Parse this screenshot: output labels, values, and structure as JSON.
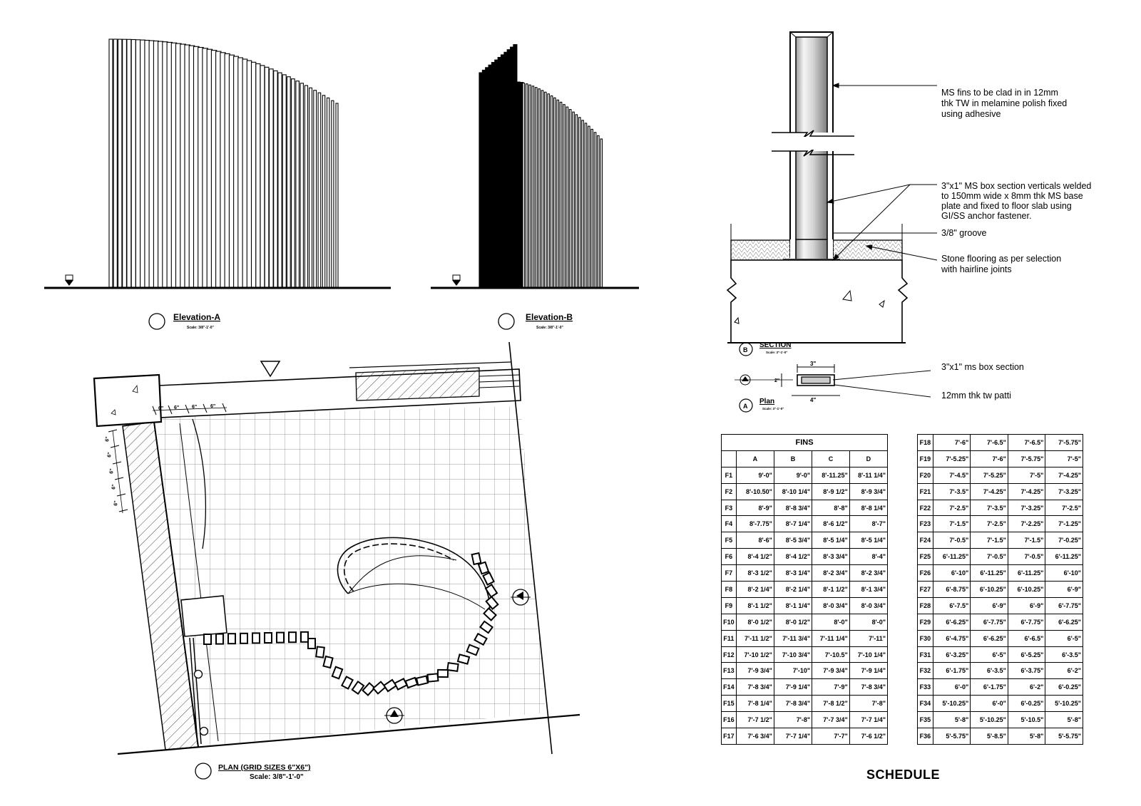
{
  "elevation_a": {
    "title": "Elevation-A",
    "scale": "Scale: 3/8\"-1'-0\""
  },
  "elevation_b": {
    "title": "Elevation-B",
    "scale": "Scale: 3/8\"-1'-0\""
  },
  "section": {
    "title": "SECTION",
    "tag": "B",
    "scale": "Scale: 3\"-1'-0\"",
    "notes": [
      [
        "MS fins to be clad in in 12mm",
        "thk TW in melamine polish fixed",
        "using adhesive"
      ],
      [
        "3\"x1\" MS box section verticals welded",
        "to 150mm wide x 8mm thk MS base",
        "plate and fixed to floor slab using",
        "GI/SS anchor fastener."
      ],
      [
        "3/8\" groove"
      ],
      [
        "Stone flooring as per selection",
        "with hairline joints"
      ]
    ]
  },
  "plan_detail": {
    "title": "Plan",
    "tag": "A",
    "scale": "Scale: 3\"-1'-0\"",
    "dim_top": "3\"",
    "dim_bottom": "4\"",
    "dim_side": "2\"",
    "notes": [
      "3\"x1\" ms box section",
      "12mm thk tw patti"
    ]
  },
  "plan": {
    "title": "PLAN (GRID SIZES 6\"X6\")",
    "scale": "Scale: 3/8\"-1'-0\"",
    "dim_labels": [
      "6\"",
      "6\"",
      "6\"",
      "6\""
    ],
    "side_dims": [
      "6\"",
      "6\"",
      "6\"",
      "6\"",
      "6\""
    ]
  },
  "schedule": {
    "title": "SCHEDULE",
    "table_title": "FINS",
    "columns": [
      "A",
      "B",
      "C",
      "D"
    ],
    "rows_left": [
      [
        "F1",
        "9'-0\"",
        "9'-0\"",
        "8'-11.25\"",
        "8'-11 1/4\""
      ],
      [
        "F2",
        "8'-10.50\"",
        "8'-10 1/4\"",
        "8'-9 1/2\"",
        "8'-9 3/4\""
      ],
      [
        "F3",
        "8'-9\"",
        "8'-8 3/4\"",
        "8'-8\"",
        "8'-8 1/4\""
      ],
      [
        "F4",
        "8'-7.75\"",
        "8'-7 1/4\"",
        "8'-6 1/2\"",
        "8'-7\""
      ],
      [
        "F5",
        "8'-6\"",
        "8'-5 3/4\"",
        "8'-5 1/4\"",
        "8'-5 1/4\""
      ],
      [
        "F6",
        "8'-4 1/2\"",
        "8'-4 1/2\"",
        "8'-3 3/4\"",
        "8'-4\""
      ],
      [
        "F7",
        "8'-3 1/2\"",
        "8'-3 1/4\"",
        "8'-2 3/4\"",
        "8'-2 3/4\""
      ],
      [
        "F8",
        "8'-2 1/4\"",
        "8'-2 1/4\"",
        "8'-1 1/2\"",
        "8'-1 3/4\""
      ],
      [
        "F9",
        "8'-1 1/2\"",
        "8'-1 1/4\"",
        "8'-0 3/4\"",
        "8'-0 3/4\""
      ],
      [
        "F10",
        "8'-0 1/2\"",
        "8'-0 1/2\"",
        "8'-0\"",
        "8'-0\""
      ],
      [
        "F11",
        "7'-11 1/2\"",
        "7'-11 3/4\"",
        "7'-11 1/4\"",
        "7'-11\""
      ],
      [
        "F12",
        "7'-10 1/2\"",
        "7'-10 3/4\"",
        "7'-10.5\"",
        "7'-10 1/4\""
      ],
      [
        "F13",
        "7'-9 3/4\"",
        "7'-10\"",
        "7'-9 3/4\"",
        "7'-9 1/4\""
      ],
      [
        "F14",
        "7'-8 3/4\"",
        "7'-9 1/4\"",
        "7'-9\"",
        "7'-8 3/4\""
      ],
      [
        "F15",
        "7'-8 1/4\"",
        "7'-8 3/4\"",
        "7'-8 1/2\"",
        "7'-8\""
      ],
      [
        "F16",
        "7'-7 1/2\"",
        "7'-8\"",
        "7'-7 3/4\"",
        "7'-7 1/4\""
      ],
      [
        "F17",
        "7'-6 3/4\"",
        "7'-7 1/4\"",
        "7'-7\"",
        "7'-6 1/2\""
      ]
    ],
    "rows_right": [
      [
        "F18",
        "7'-6\"",
        "7'-6.5\"",
        "7'-6.5\"",
        "7'-5.75\""
      ],
      [
        "F19",
        "7'-5.25\"",
        "7'-6\"",
        "7'-5.75\"",
        "7'-5\""
      ],
      [
        "F20",
        "7'-4.5\"",
        "7'-5.25\"",
        "7'-5\"",
        "7'-4.25\""
      ],
      [
        "F21",
        "7'-3.5\"",
        "7'-4.25\"",
        "7'-4.25\"",
        "7'-3.25\""
      ],
      [
        "F22",
        "7'-2.5\"",
        "7'-3.5\"",
        "7'-3.25\"",
        "7'-2.5\""
      ],
      [
        "F23",
        "7'-1.5\"",
        "7'-2.5\"",
        "7'-2.25\"",
        "7'-1.25\""
      ],
      [
        "F24",
        "7'-0.5\"",
        "7'-1.5\"",
        "7'-1.5\"",
        "7'-0.25\""
      ],
      [
        "F25",
        "6'-11.25\"",
        "7'-0.5\"",
        "7'-0.5\"",
        "6'-11.25\""
      ],
      [
        "F26",
        "6'-10\"",
        "6'-11.25\"",
        "6'-11.25\"",
        "6'-10\""
      ],
      [
        "F27",
        "6'-8.75\"",
        "6'-10.25\"",
        "6'-10.25\"",
        "6'-9\""
      ],
      [
        "F28",
        "6'-7.5\"",
        "6'-9\"",
        "6'-9\"",
        "6'-7.75\""
      ],
      [
        "F29",
        "6'-6.25\"",
        "6'-7.75\"",
        "6'-7.75\"",
        "6'-6.25\""
      ],
      [
        "F30",
        "6'-4.75\"",
        "6'-6.25\"",
        "6'-6.5\"",
        "6'-5\""
      ],
      [
        "F31",
        "6'-3.25\"",
        "6'-5\"",
        "6'-5.25\"",
        "6'-3.5\""
      ],
      [
        "F32",
        "6'-1.75\"",
        "6'-3.5\"",
        "6'-3.75\"",
        "6'-2\""
      ],
      [
        "F33",
        "6'-0\"",
        "6'-1.75\"",
        "6'-2\"",
        "6'-0.25\""
      ],
      [
        "F34",
        "5'-10.25\"",
        "6'-0\"",
        "6'-0.25\"",
        "5'-10.25\""
      ],
      [
        "F35",
        "5'-8\"",
        "5'-10.25\"",
        "5'-10.5\"",
        "5'-8\""
      ],
      [
        "F36",
        "5'-5.75\"",
        "5'-8.5\"",
        "5'-8\"",
        "5'-5.75\""
      ]
    ]
  }
}
